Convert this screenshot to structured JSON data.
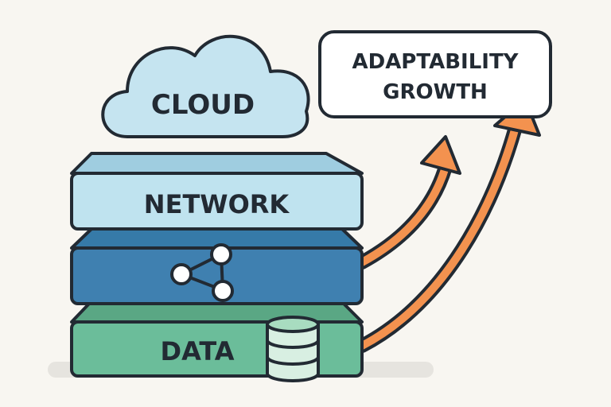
{
  "cloud": {
    "label": "CLOUD"
  },
  "network": {
    "label": "NETWORK"
  },
  "data": {
    "label": "DATA"
  },
  "callout": {
    "line1": "ADAPTABILITY",
    "line2": "GROWTH"
  },
  "colors": {
    "background": "#f8f6f1",
    "cloud": "#c5e4f0",
    "network": "#bfe3ef",
    "middle": "#3f80b0",
    "data": "#6bbd9a",
    "arrow": "#f3924f",
    "outline": "#222a33"
  }
}
